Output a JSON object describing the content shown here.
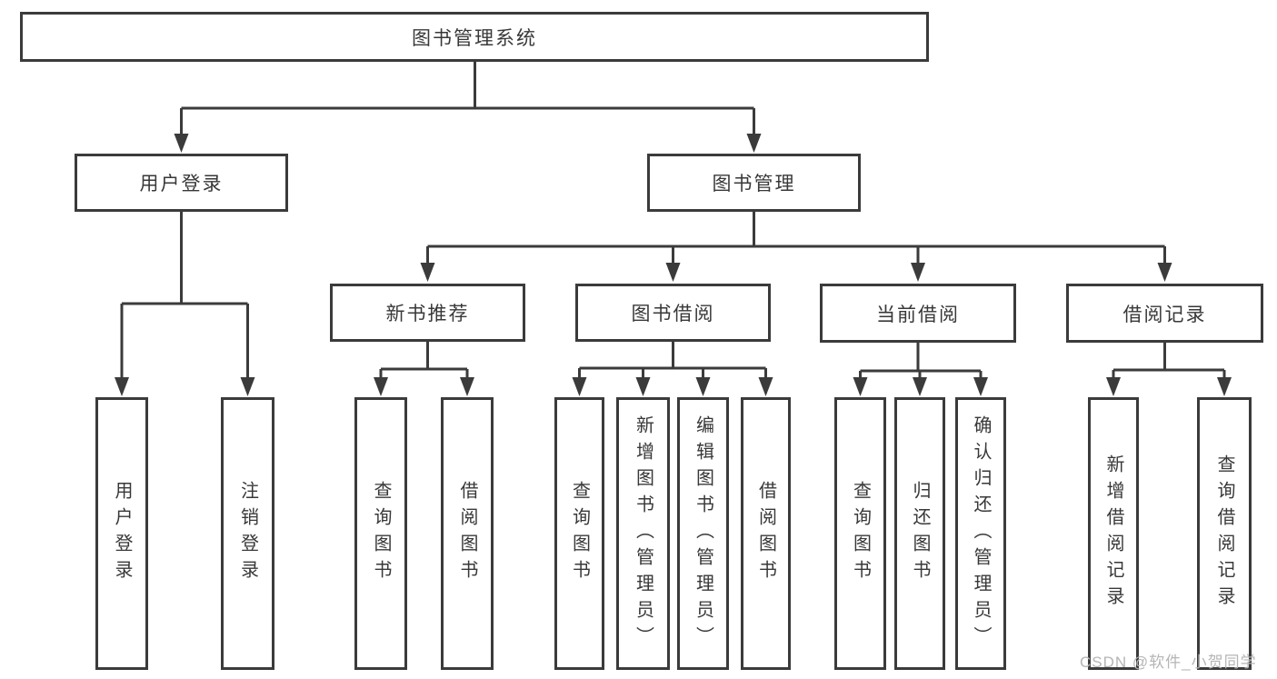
{
  "colors": {
    "line": "#3b3b3b",
    "text": "#383838",
    "watermark": "#b5b5b5",
    "background": "#ffffff"
  },
  "watermark": {
    "text": "CSDN @软件_小贺同学"
  },
  "tree": {
    "root": {
      "label": "图书管理系统"
    },
    "branches": [
      {
        "label": "用户登录",
        "children": [
          {
            "label": "用户登录"
          },
          {
            "label": "注销登录"
          }
        ]
      },
      {
        "label": "图书管理",
        "children": [
          {
            "label": "新书推荐",
            "children": [
              {
                "label": "查询图书"
              },
              {
                "label": "借阅图书"
              }
            ]
          },
          {
            "label": "图书借阅",
            "children": [
              {
                "label": "查询图书"
              },
              {
                "label": "新增图书（管理员）"
              },
              {
                "label": "编辑图书（管理员）"
              },
              {
                "label": "借阅图书"
              }
            ]
          },
          {
            "label": "当前借阅",
            "children": [
              {
                "label": "查询图书"
              },
              {
                "label": "归还图书"
              },
              {
                "label": "确认归还（管理员）"
              }
            ]
          },
          {
            "label": "借阅记录",
            "children": [
              {
                "label": "新增借阅记录"
              },
              {
                "label": "查询借阅记录"
              }
            ]
          }
        ]
      }
    ]
  }
}
